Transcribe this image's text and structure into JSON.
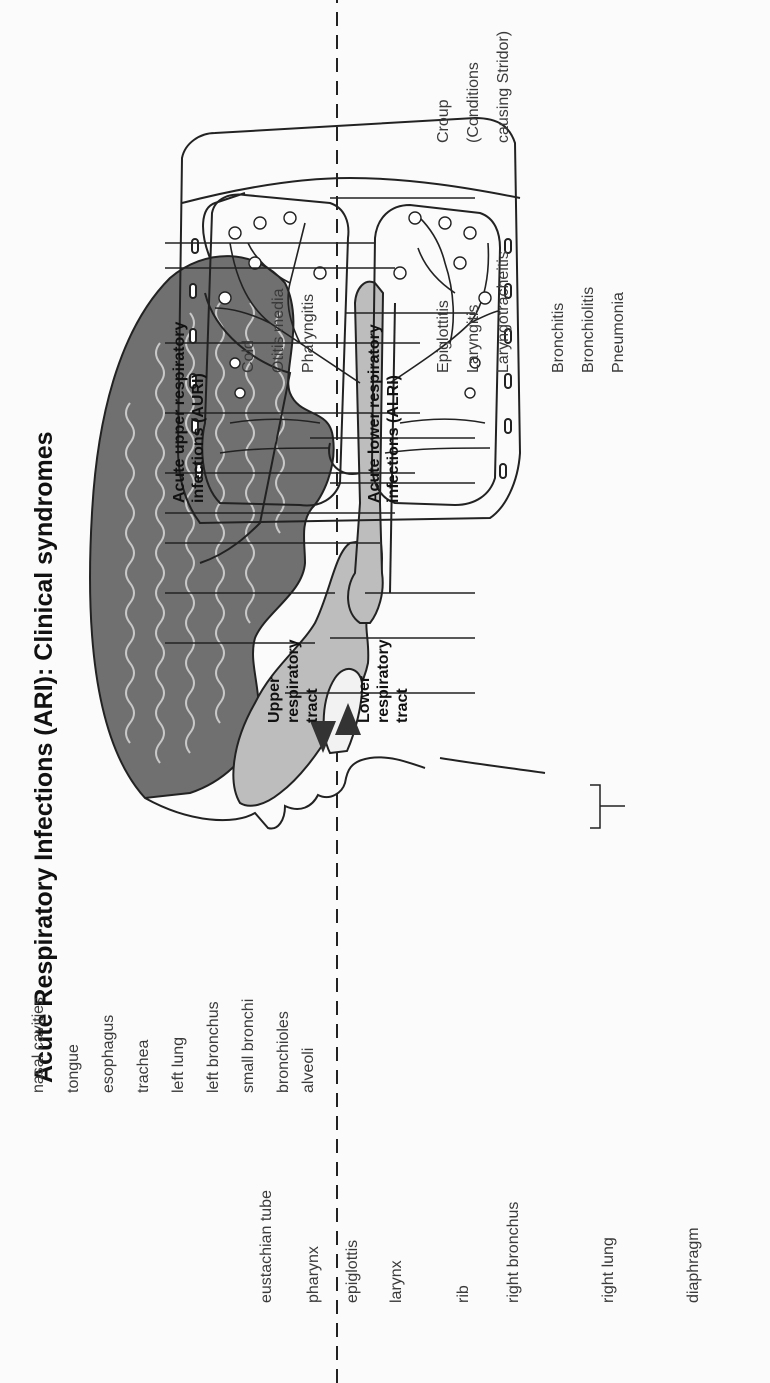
{
  "title": "Acute Respiratory Infections (ARI): Clinical syndromes",
  "anatomy_labels": [
    "eustachian tube",
    "pharynx",
    "epiglottis",
    "larynx",
    "rib",
    "right bronchus",
    "right lung",
    "diaphragm",
    "nasal cavities",
    "tongue",
    "esophagus",
    "trachea",
    "left lung",
    "left bronchus",
    "small bronchi",
    "bronchioles",
    "alveoli"
  ],
  "tract": {
    "upper": "Upper\nrespiratory\ntract",
    "lower": "Lower\nrespiratory\ntract"
  },
  "aurl": {
    "heading": "Acute upper respiratory\ninfections (AURI)",
    "items": [
      "Cold",
      "Otitis media",
      "Pharyngitis"
    ]
  },
  "alri": {
    "heading": "Acute lower respiratory\ninfections (ALRI)",
    "items": [
      "Epiglottitis",
      "Laryngitis",
      "Laryngotracheitis",
      "Bronchitis",
      "Bronchiolitis",
      "Pneumonia"
    ],
    "group": {
      "title": "Croup",
      "note_line1": "(Conditions",
      "note_line2": "causing Stridor)"
    }
  },
  "colors": {
    "airway_fill": "#bdbdbd",
    "hair_fill": "#6d6d6d",
    "line": "#2a2a2a"
  }
}
